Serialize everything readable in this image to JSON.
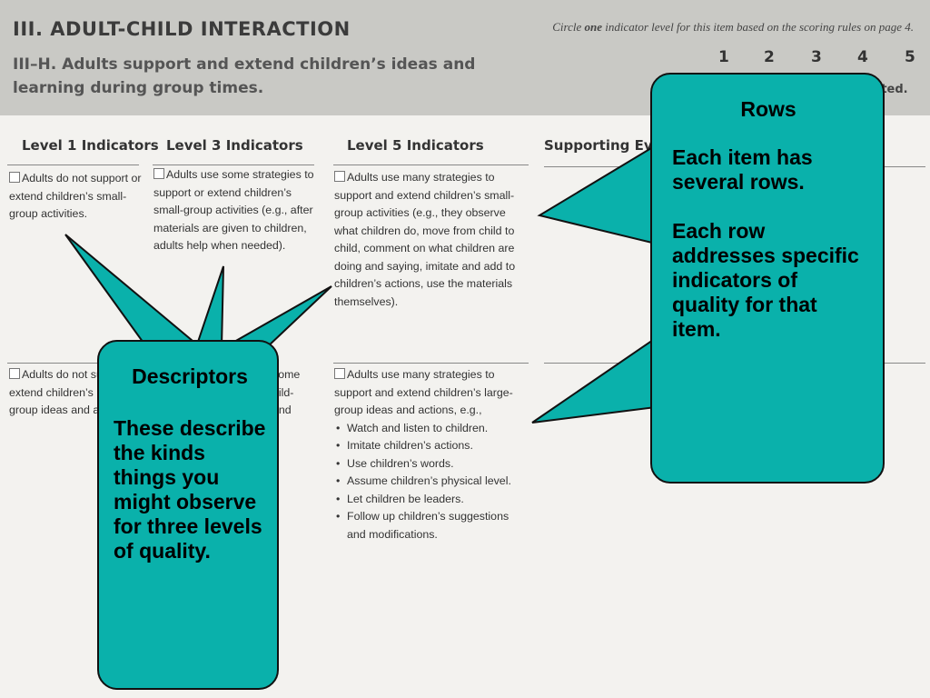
{
  "header": {
    "section_title": "III. ADULT-CHILD INTERACTION",
    "item_title": "III–H. Adults support and extend children’s ideas and learning during group times.",
    "instruction_before": "Circle ",
    "instruction_bold": "one",
    "instruction_after": " indicator level for this item based on the scoring rules on page 4.",
    "scale": [
      "1",
      "2",
      "3",
      "4",
      "5"
    ],
    "partial_text": "orted."
  },
  "columns": [
    "Level 1 Indicators",
    "Level 3 Indicators",
    "Level 5 Indicators",
    "Supporting Evi"
  ],
  "rows": [
    {
      "level1": "Adults do not support or extend children’s small-group activities.",
      "level3": "Adults use some strategies to support or extend children’s small-group activities (e.g., after materials are given to children, adults help when needed).",
      "level5": "Adults use many strategies to support and extend children’s small-group activities (e.g., they observe what children do, move from child to child, comment on what children are doing and saying, imitate and add to children’s actions, use the materials themselves)."
    },
    {
      "level1": "Adults do not support or extend children’s large-group ideas and actions.",
      "level3_line1": "some",
      "level3_line2": "hild-",
      "level3_line3": "and",
      "level5_intro": "Adults use many strategies to support and extend children’s large-group ideas and actions, e.g.,",
      "level5_bullets": [
        "Watch and listen to children.",
        "Imitate children’s actions.",
        "Use children’s words.",
        "Assume children’s physical level.",
        "Let children be leaders.",
        "Follow up children’s suggestions and modifications."
      ]
    }
  ],
  "callouts": {
    "rows": {
      "title": "Rows",
      "para1": "Each item has several rows.",
      "para2": "Each row addresses specific indicators of quality for that item."
    },
    "descriptors": {
      "title": "Descriptors",
      "para1": "These describe the kinds things you might observe for three levels of quality."
    }
  },
  "colors": {
    "callout_fill": "#0ab1ab",
    "callout_border": "#111111",
    "header_band": "#c9c9c5"
  }
}
